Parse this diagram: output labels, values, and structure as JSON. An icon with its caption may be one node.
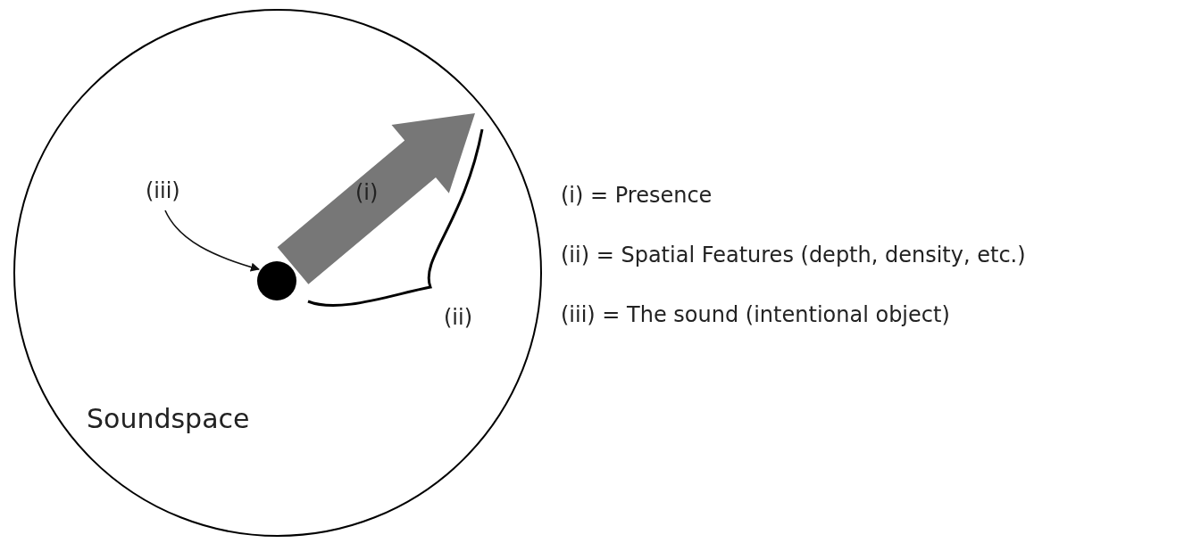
{
  "diagram": {
    "nodes": [
      {
        "text": [
          "Soundspace"
        ]
      },
      {
        "text": [
          "(iii)"
        ],
        "in": 0
      },
      {
        "text": [],
        "shape": "circle",
        "in": 0
      }
    ],
    "edges": [
      {
        "from": 1,
        "to": 2,
        "arrow": "to"
      }
    ],
    "labels": [
      "(i)",
      "(ii)",
      "(i) = Presence",
      "(ii) = Spatial Features (depth, density, etc.)",
      "(iii) = The sound (intentional object)"
    ]
  }
}
